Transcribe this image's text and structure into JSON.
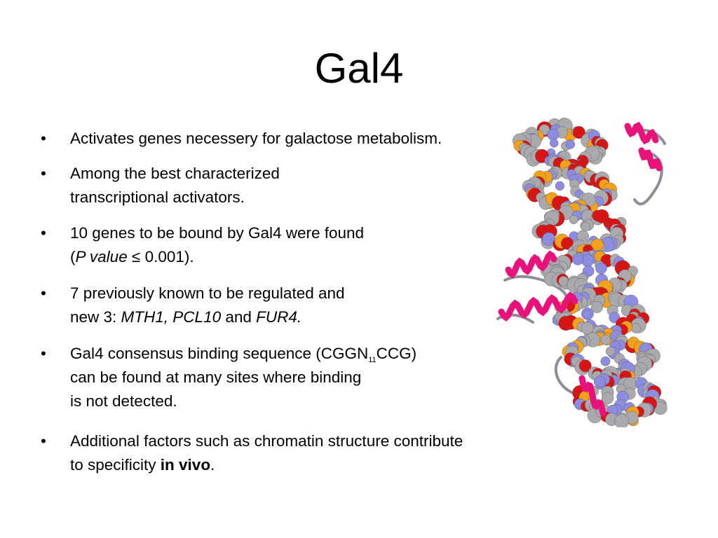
{
  "slide": {
    "title": "Gal4"
  },
  "bullets": [
    {
      "bullet_char": "•",
      "lines": [
        "Activates genes necessery for galactose metabolism."
      ]
    },
    {
      "bullet_char": "•",
      "lines": [
        "Among the best characterized",
        "transcriptional activators."
      ]
    },
    {
      "bullet_char": "•",
      "line1": "10 genes to be bound by Gal4 were found",
      "line2_open": "(",
      "line2_italic": "P value",
      "line2_rest": " ≤ 0.001)."
    },
    {
      "bullet_char": "•",
      "line1": "7 previously known to be regulated and",
      "line2_prefix": "new 3: ",
      "gene1": "MTH1, PCL10",
      "and_text": " and ",
      "gene2": "FUR4."
    },
    {
      "bullet_char": "•",
      "line1_pre": "Gal4 consensus binding sequence (CGGN",
      "line1_sub": "11",
      "line1_post": "CCG)",
      "line2": "can be found at many sites where binding",
      "line3": "is not detected."
    },
    {
      "bullet_char": "•",
      "line1": "Additional factors such as chromatin structure contribute",
      "line2_pre": "to specificity ",
      "line2_bold": "in vivo",
      "line2_post": "."
    }
  ],
  "figure": {
    "colors": {
      "helix_ribbon": "#e8127a",
      "backbone_orange": "#f2a21a",
      "atom_gray": "#a9a9ae",
      "atom_red": "#d81414",
      "atom_blue": "#8c8ce0",
      "coil_gray": "#8e8e96"
    }
  }
}
